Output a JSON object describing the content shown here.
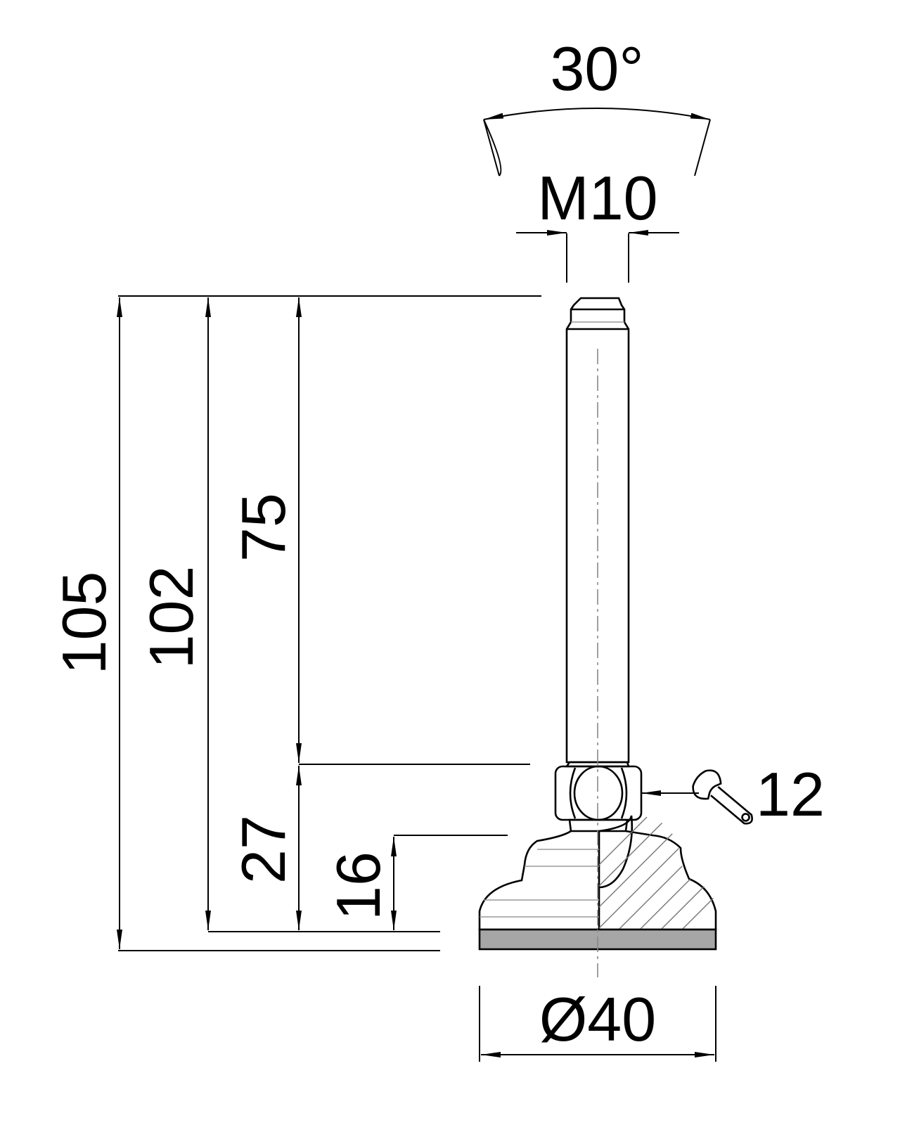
{
  "dimensions": {
    "angle": "30°",
    "thread": "M10",
    "overall_height": "105",
    "height_to_pad_top": "102",
    "thread_length": "75",
    "base_height": "27",
    "dome_height": "16",
    "wrench_size": "12",
    "base_diameter": "Ø40"
  },
  "colors": {
    "lines": "#000000",
    "center_line": "#888888",
    "rubber_pad": "#a6a6a6",
    "hatch": "#777777"
  },
  "icons": {
    "wrench": "wrench-icon"
  }
}
